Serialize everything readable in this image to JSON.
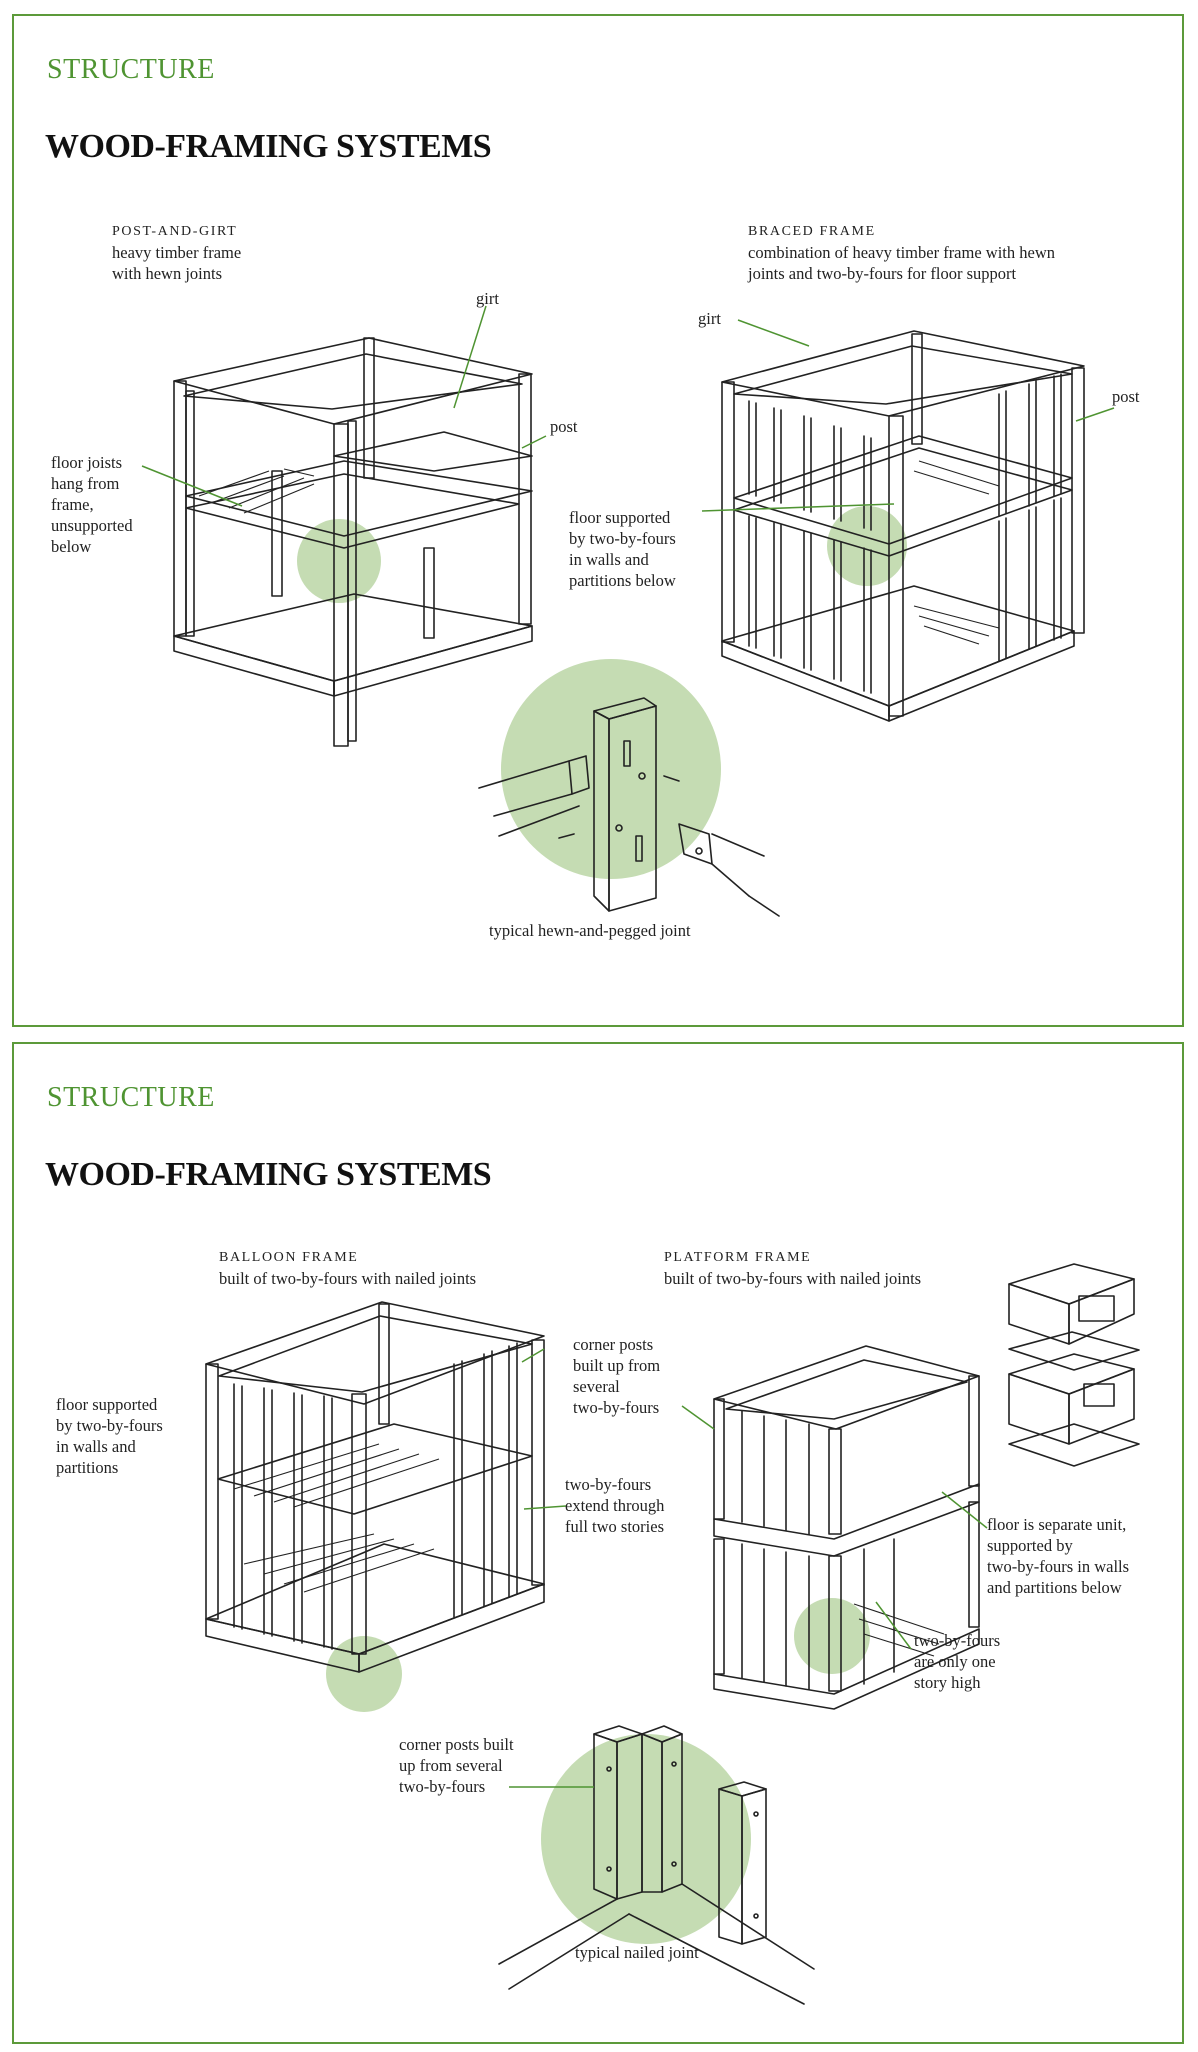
{
  "panels": [
    {
      "section": "STRUCTURE",
      "title": "WOOD-FRAMING SYSTEMS",
      "left": {
        "heading": "post-and-girt",
        "subtitle_lines": [
          "heavy timber frame",
          "with hewn joints"
        ],
        "labels": {
          "girt": "girt",
          "post": "post",
          "floor_joists": [
            "floor joists",
            "hang from",
            "frame,",
            "unsupported",
            "below"
          ]
        }
      },
      "right": {
        "heading": "braced frame",
        "subtitle_lines": [
          "combination of heavy timber frame with hewn",
          "joints and two-by-fours for floor support"
        ],
        "labels": {
          "girt": "girt",
          "post": "post",
          "floor": [
            "floor supported",
            "by two-by-fours",
            "in walls and",
            "partitions below"
          ]
        }
      },
      "detail_caption": "typical hewn-and-pegged joint"
    },
    {
      "section": "STRUCTURE",
      "title": "WOOD-FRAMING SYSTEMS",
      "left": {
        "heading": "balloon frame",
        "subtitle_lines": [
          "built of two-by-fours with nailed joints"
        ],
        "labels": {
          "floor": [
            "floor supported",
            "by two-by-fours",
            "in walls and",
            "partitions"
          ],
          "corner": [
            "corner posts",
            "built up from",
            "several",
            "two-by-fours"
          ],
          "extend": [
            "two-by-fours",
            "extend through",
            "full two stories"
          ]
        }
      },
      "right": {
        "heading": "platform frame",
        "subtitle_lines": [
          "built of two-by-fours with nailed joints"
        ],
        "labels": {
          "floor": [
            "floor is separate unit,",
            "supported by",
            "two-by-fours in walls",
            "and partitions below"
          ],
          "story": [
            "two-by-fours",
            "are only one",
            "story high"
          ]
        }
      },
      "detail_label": [
        "corner posts built",
        "up from several",
        "two-by-fours"
      ],
      "detail_caption": "typical nailed joint"
    }
  ],
  "colors": {
    "accent": "#5c9a3a",
    "highlight": "#c5dcb3"
  }
}
